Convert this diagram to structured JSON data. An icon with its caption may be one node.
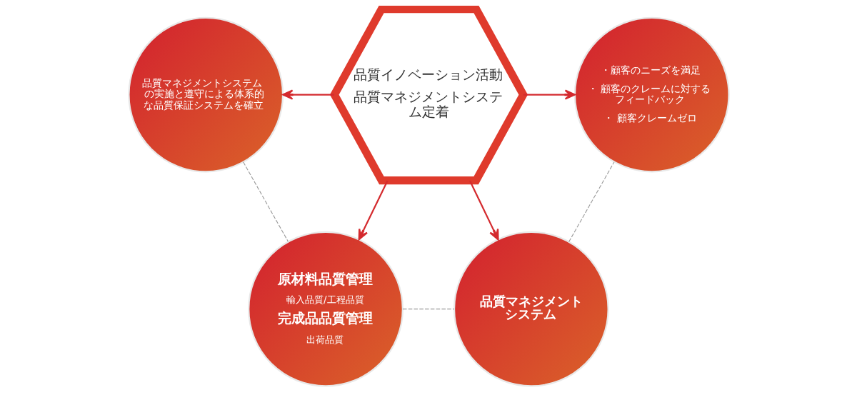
{
  "diagram": {
    "nodes": [
      {
        "text": [
          "原材料品質管理",
          "輸入品質/工程品質",
          "完成品品質管理",
          "出荷品質"
        ]
      },
      {
        "text": [
          "品質マネジメントシステム"
        ]
      },
      {
        "text": [
          "品質マネジメントシステムの実施と遵守による体系的な品質保証システムを確立"
        ]
      },
      {
        "text": [
          "品質イノベーション活動",
          "品質マネジメントシステム定着"
        ]
      },
      {
        "text": [
          "・顧客のニーズを満足",
          "・ 顧客のクレームに対するフィードバック",
          "・ 顧客クレームゼロ"
        ]
      }
    ],
    "edges": [
      {
        "from": 3,
        "to": 0,
        "arrow": "to"
      },
      {
        "from": 3,
        "to": 1,
        "arrow": "to"
      },
      {
        "from": 3,
        "to": 2,
        "arrow": "to"
      },
      {
        "from": 3,
        "to": 4,
        "arrow": "to"
      },
      {
        "from": 2,
        "to": 0,
        "arrow": "none",
        "style": "dashed",
        "color": "#9a9a9a"
      },
      {
        "from": 0,
        "to": 1,
        "arrow": "none",
        "style": "dashed",
        "color": "#9a9a9a"
      },
      {
        "from": 1,
        "to": 4,
        "arrow": "none",
        "style": "dashed",
        "color": "#9a9a9a"
      }
    ]
  }
}
